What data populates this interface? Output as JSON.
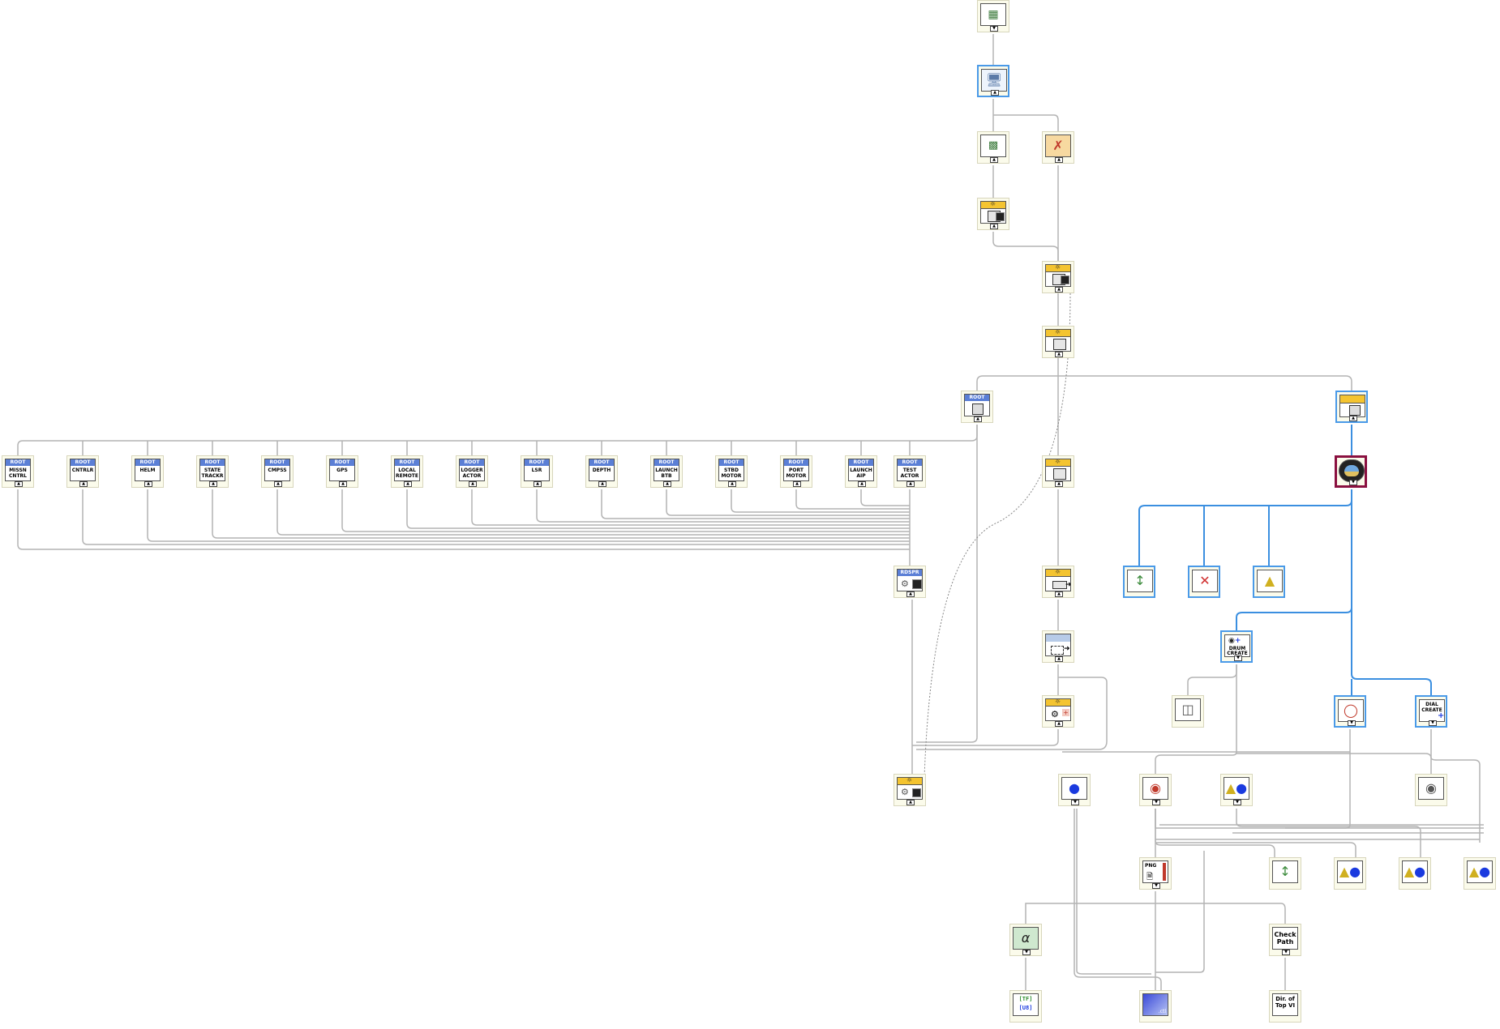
{
  "diagram": {
    "root_labels": {
      "mission_control": "ROOT",
      "controller": "ROOT",
      "helm": "ROOT",
      "state_tracker": "ROOT",
      "compass": "ROOT",
      "gps": "ROOT",
      "local_remote": "ROOT",
      "logger_actor": "ROOT",
      "lsr": "ROOT",
      "depth": "ROOT",
      "launch_btb": "ROOT",
      "stbd_motor": "ROOT",
      "port_motor": "ROOT",
      "launch_aip": "ROOT",
      "test_actor": "ROOT",
      "root_parent": "ROOT"
    },
    "actor_names": {
      "mission_control": "MISSN CNTRL",
      "controller": "CNTRLR",
      "helm": "HELM",
      "state_tracker": "STATE TRACKR",
      "compass": "CMPSS",
      "gps": "GPS",
      "local_remote": "LOCAL REMOTE",
      "logger_actor": "LOGGER ACTOR",
      "lsr": "LSR",
      "depth": "DEPTH",
      "launch_btb": "LAUNCH BTB",
      "stbd_motor": "STBD MOTOR",
      "port_motor": "PORT MOTOR",
      "launch_aip": "LAUNCH AIP",
      "test_actor": "TEST ACTOR"
    },
    "dispatcher_label": "RDSPR",
    "drum_create": "DRUM CREATE",
    "dial_create": "DIAL CREATE",
    "png_label": "PNG",
    "check_path": "Check Path",
    "dir_of_top_vi": "Dir. of Top VI",
    "ctl_label": ".ctl",
    "tf_label": "[TF]",
    "u8_label": "[U8]",
    "connector_up": "▲",
    "connector_down": "▼"
  },
  "colors": {
    "wire": "#b4b4b4",
    "selected_wire": "#3b8fe0",
    "node_bg": "#fbfbeb",
    "root_band": "#5b7fd6",
    "class_band": "#f4c430"
  }
}
